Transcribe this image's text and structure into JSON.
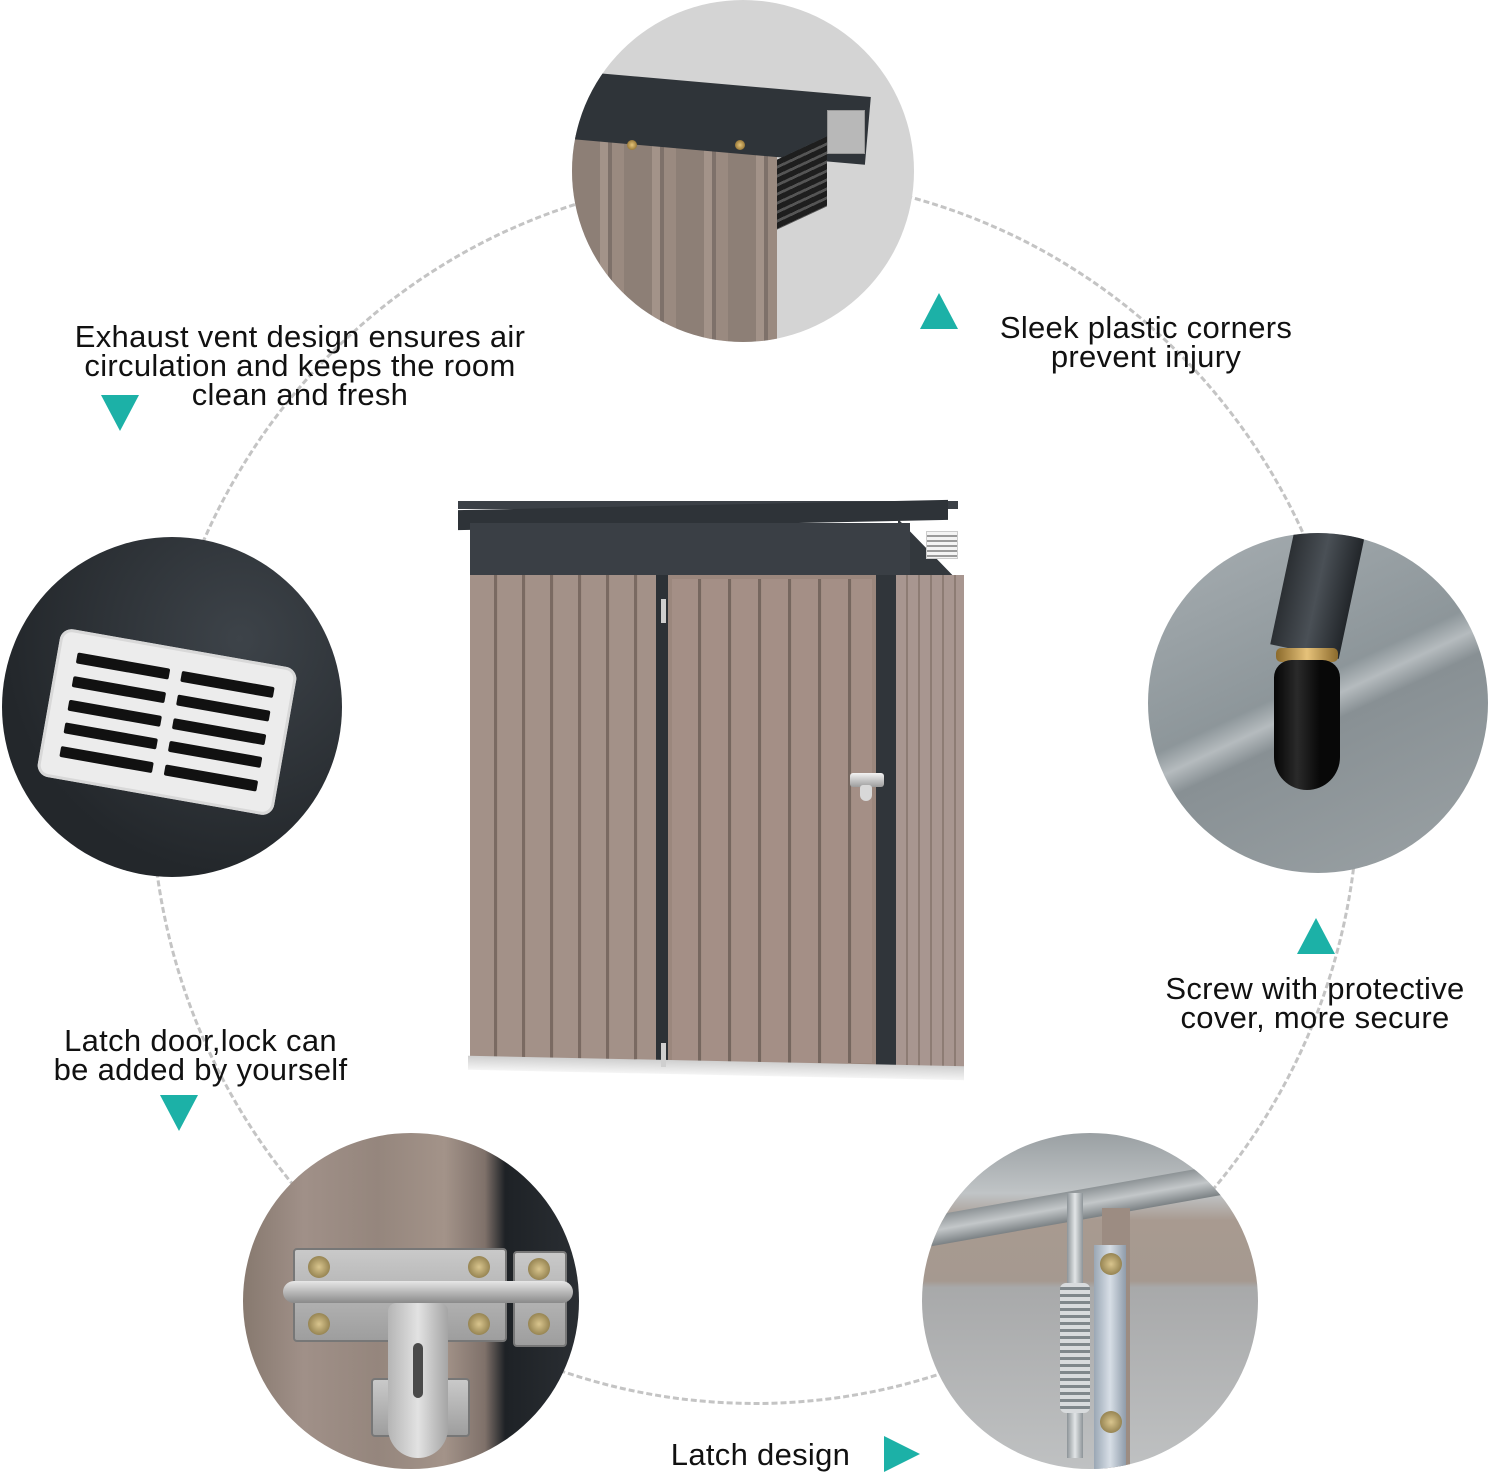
{
  "infographic": {
    "subject": "Outdoor metal storage shed",
    "accent_color": "#1cb1a7",
    "ring_color": "#c4c4c4",
    "features": [
      {
        "id": "vent",
        "caption": "Exhaust vent design ensures air\ncirculation and keeps the room\nclean and fresh",
        "pointer": "down",
        "photo": "vent-closeup"
      },
      {
        "id": "corners",
        "caption": "Sleek plastic corners\nprevent injury",
        "pointer": "up",
        "photo": "roof-corner-closeup"
      },
      {
        "id": "screw",
        "caption": "Screw with protective\ncover, more secure",
        "pointer": "up",
        "photo": "screw-cover-closeup"
      },
      {
        "id": "latch-door",
        "caption": "Latch door,lock can\nbe added by yourself",
        "pointer": "down",
        "photo": "barrel-latch-closeup"
      },
      {
        "id": "latch-design",
        "caption": "Latch design",
        "pointer": "right",
        "photo": "spring-latch-closeup"
      }
    ],
    "center_image": "shed-product-photo"
  }
}
